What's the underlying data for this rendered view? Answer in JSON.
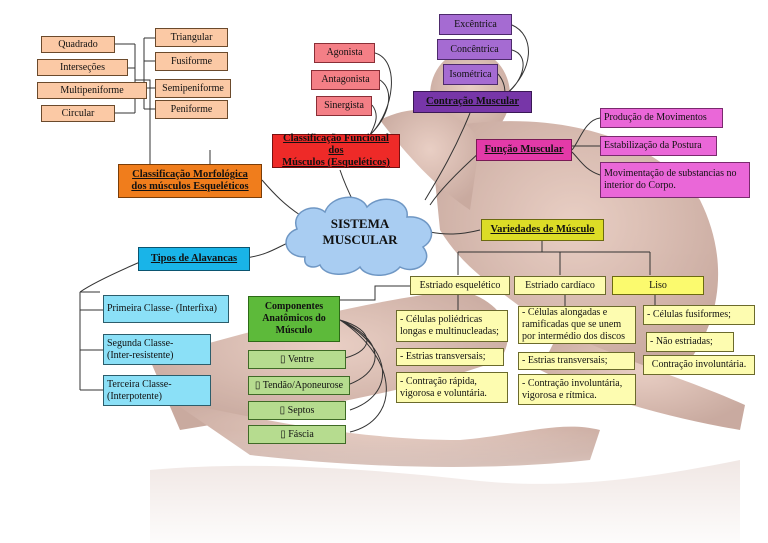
{
  "center": {
    "title": "SISTEMA\nMUSCULAR"
  },
  "morfologica": {
    "title": "Classificação Morfológica\ndos músculos Esqueléticos",
    "left": [
      "Quadrado",
      "Interseções",
      "Multipeniforme",
      "Circular"
    ],
    "right": [
      "Triangular",
      "Fusiforme",
      "Semipeniforme",
      "Peniforme"
    ]
  },
  "funcional": {
    "title": "Classificação Funcional dos\nMúsculos (Esqueléticos)",
    "items": [
      "Agonista",
      "Antagonista",
      "Sinergista"
    ]
  },
  "contracao": {
    "title": "Contração Muscular",
    "items": [
      "Excêntrica",
      "Concêntrica",
      "Isométrica"
    ]
  },
  "funcao": {
    "title": "Função Muscular",
    "items": [
      "Produção de Movimentos",
      "Estabilização da Postura",
      "Movimentação de substancias no\ninterior do Corpo."
    ]
  },
  "variedades": {
    "title": "Variedades de Músculo",
    "types": [
      "Estriado esquelético",
      "Estriado cardíaco",
      "Liso"
    ],
    "esqueletico": [
      "- Células poliédricas\nlongas e multinucleadas;",
      "- Estrias transversais;",
      "- Contração rápida,\nvigorosa e voluntária."
    ],
    "cardiaco": [
      "- Células alongadas e\nramificadas que se unem\npor intermédio dos discos",
      "- Estrias transversais;",
      "- Contração involuntária,\nvigorosa e rítmica."
    ],
    "liso": [
      "- Células fusiformes;",
      "- Não estriadas;",
      "Contração involuntária."
    ]
  },
  "alavancas": {
    "title": "Tipos de Alavancas",
    "items": [
      "Primeira Classe- (Interfixa)",
      "Segunda Classe-\n(Inter-resistente)",
      "Terceira Classe-\n(Interpotente)"
    ]
  },
  "componentes": {
    "title": "Componentes\nAnatômicos do\nMúsculo",
    "items": [
      "▯ Ventre",
      "▯ Tendão/Aponeurose",
      "▯ Septos",
      "▯ Fáscia"
    ]
  },
  "colors": {
    "line": "#333333",
    "cloud": "#a9cdf2",
    "cloud_stroke": "#6f97c4",
    "figure": "#c9a79a"
  }
}
